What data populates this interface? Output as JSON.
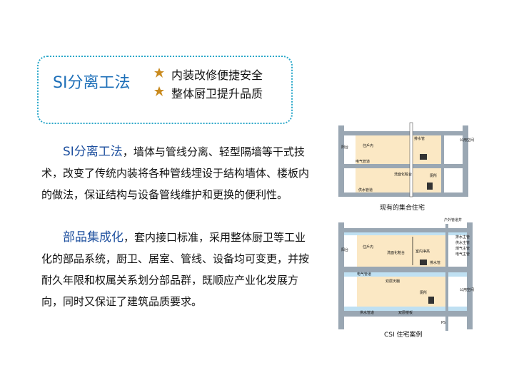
{
  "header": {
    "title": "SI分离工法",
    "bullets": [
      "内装改修便捷安全",
      "整体厨卫提升品质"
    ]
  },
  "body": {
    "p1_lead": "SI分离工法",
    "p1_text": "，墙体与管线分离、轻型隔墙等干式技术，改变了传统内装将各种管线埋设于结构墙体、楼板内的做法，保证结构与设备管线维护和更换的便利性。",
    "p2_lead": "部品集成化",
    "p2_text": "，套内接口标准，采用整体厨卫等工业化的部品系统，厨卫、居室、管线、设备均可变更，并按耐久年限和权属关系划分部品群，既顺应产业化发展方向，同时又保证了建筑品质要求。"
  },
  "figure1": {
    "caption": "现有的集合住宅",
    "labels": {
      "balcony": "阳台",
      "living": "住戶内",
      "drain": "排水管",
      "public": "公用空间",
      "electric": "电气管道",
      "washroom": "洗面化粧台",
      "toilet": "厕所",
      "water": "供水管道"
    }
  },
  "figure2": {
    "caption": "CSI 住宅案例",
    "labels": {
      "shaft": "户外管道井",
      "balcony": "阳台",
      "living": "住戶内",
      "washroom": "洗面化粧台",
      "height": "室内净高",
      "drain": "排水管",
      "drain_main": "排水主管",
      "water_main": "供水主管",
      "gas_main": "煤气主管",
      "power_main": "电气主管",
      "electric": "电气管道",
      "ceiling": "双层天棚",
      "toilet": "厕所",
      "public": "公用空间",
      "water": "供水管道",
      "floor": "双层楼板",
      "ps": "PS"
    }
  },
  "colors": {
    "accent": "#1d6fb8",
    "box_border": "#2aa7c9",
    "wall": "#9aa7b3",
    "room": "#fbe8c4",
    "slab_blue": "#bfe0f2"
  }
}
